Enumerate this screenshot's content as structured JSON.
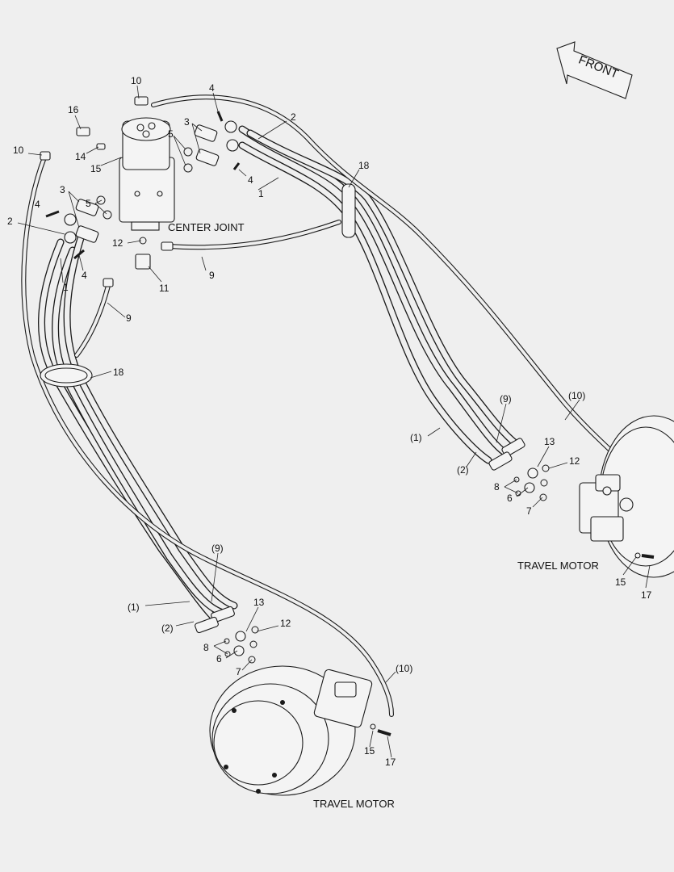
{
  "front_arrow": {
    "label": "FRONT"
  },
  "labels": {
    "center_joint": "CENTER JOINT",
    "travel_motor_right": "TRAVEL MOTOR",
    "travel_motor_left": "TRAVEL MOTOR"
  },
  "callouts": {
    "c10a": "10",
    "c4a": "4",
    "c16": "16",
    "c10b": "10",
    "c14": "14",
    "c15a": "15",
    "c3a": "3",
    "c5a": "5",
    "c2a": "2",
    "c18a": "18",
    "c4b": "4",
    "c1a": "1",
    "c3b": "3",
    "c5b": "5",
    "c4c": "4",
    "c2b": "2",
    "c12a": "12",
    "c4d": "4",
    "c1b": "1",
    "c9a": "9",
    "c11": "11",
    "c9b": "9",
    "c18b": "18",
    "c9p_r": "(9)",
    "c10p_r": "(10)",
    "c1p_r": "(1)",
    "c13a": "13",
    "c2p_r": "(2)",
    "c12b": "12",
    "c8a": "8",
    "c6a": "6",
    "c7a": "7",
    "c15b": "15",
    "c17a": "17",
    "c9p_l": "(9)",
    "c1p_l": "(1)",
    "c13b": "13",
    "c2p_l": "(2)",
    "c12c": "12",
    "c8b": "8",
    "c6b": "6",
    "c7b": "7",
    "c10p_l": "(10)",
    "c15c": "15",
    "c17b": "17"
  }
}
